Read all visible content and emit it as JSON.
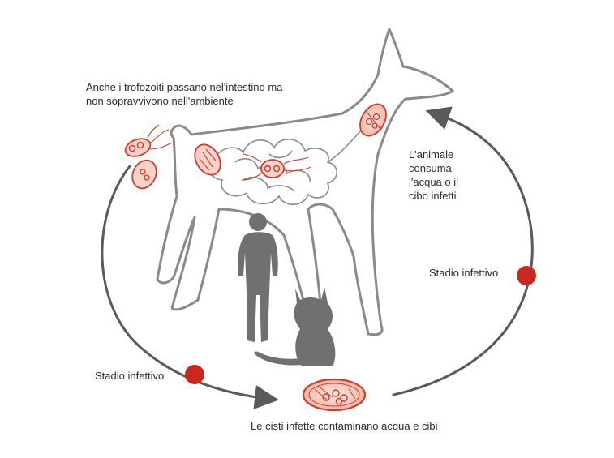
{
  "labels": {
    "trofozoiti_line1": "Anche i trofozoiti passano nel'intestino ma",
    "trofozoiti_line2": "non sopravvivono nell'ambiente",
    "animale_line1": "L'animale",
    "animale_line2": "consuma",
    "animale_line3": "l'acqua o il",
    "animale_line4": "cibo infetti",
    "stadio_right": "Stadio infettivo",
    "stadio_left": "Stadio infettivo",
    "cisti": "Le cisti infette contaminano acqua e cibi"
  },
  "colors": {
    "cycle_line": "#5a5a5a",
    "dog_outline": "#8a8a8a",
    "silhouette": "#707070",
    "parasite_red": "#d43a2a",
    "parasite_fill": "#f6d2c8",
    "marker_red": "#c8281e"
  },
  "icons": [
    "dog-outline",
    "man-silhouette",
    "cat-silhouette",
    "trophozoite-icon",
    "cyst-icon",
    "intestine-icon"
  ]
}
